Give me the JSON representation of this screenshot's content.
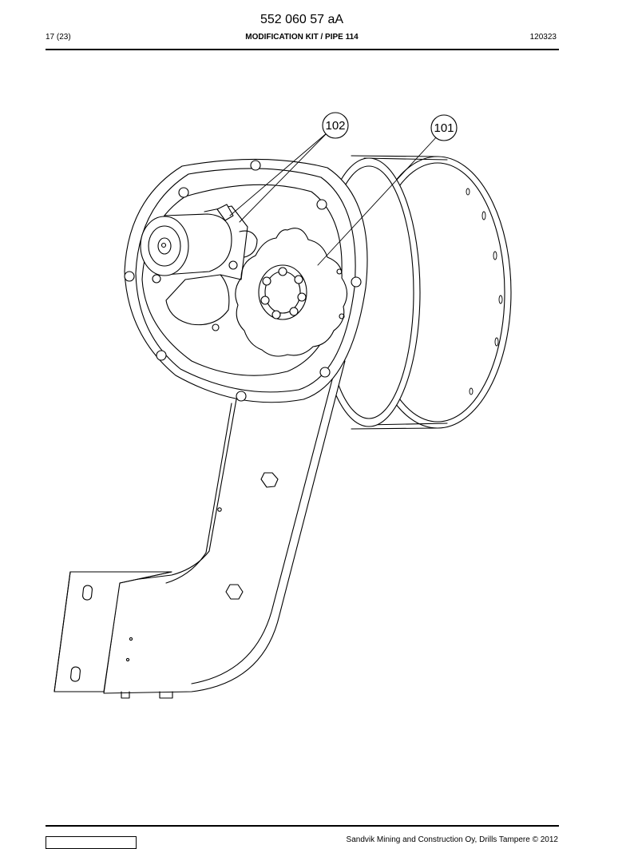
{
  "header": {
    "doc_number": "552 060 57 aA",
    "page": "17 (23)",
    "title": "MODIFICATION KIT / PIPE 114",
    "date": "120323"
  },
  "drawing": {
    "callouts": [
      {
        "id": "callout-102",
        "label": "102"
      },
      {
        "id": "callout-101",
        "label": "101"
      }
    ]
  },
  "footer": {
    "copyright": "Sandvik Mining and Construction Oy, Drills Tampere © 2012"
  }
}
